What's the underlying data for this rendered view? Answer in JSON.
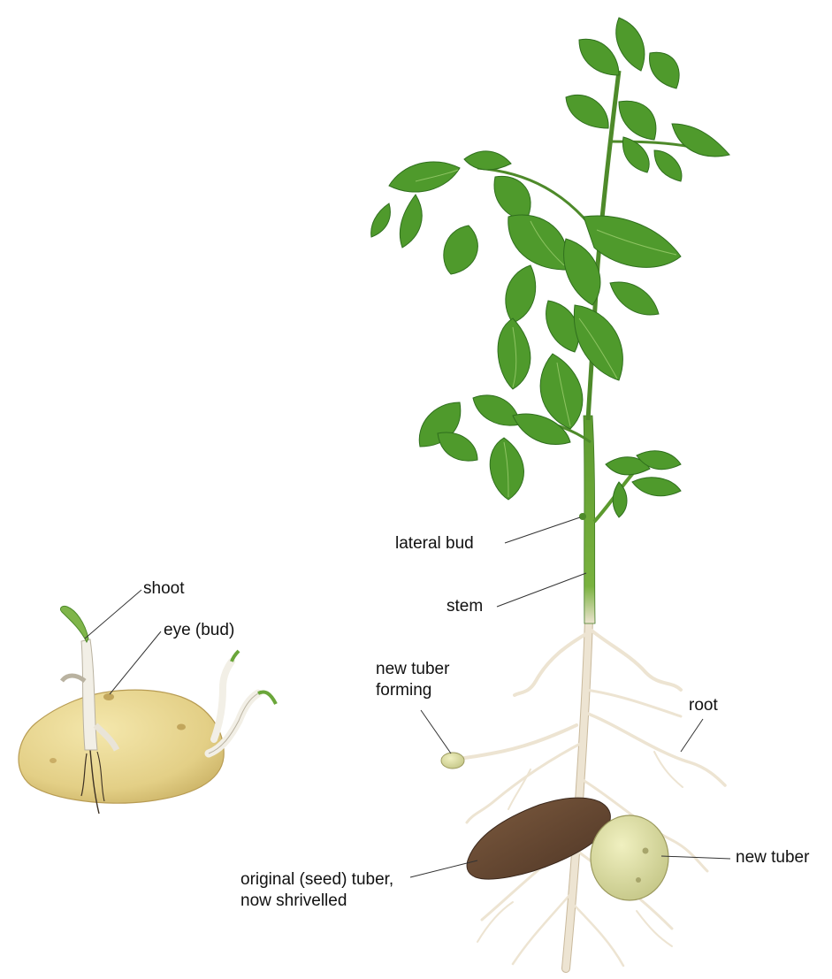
{
  "labels": {
    "shoot": "shoot",
    "eye_bud": "eye (bud)",
    "lateral_bud": "lateral bud",
    "stem": "stem",
    "new_tuber_forming_1": "new tuber",
    "new_tuber_forming_2": "forming",
    "root": "root",
    "new_tuber": "new tuber",
    "original_tuber_1": "original (seed) tuber,",
    "original_tuber_2": "now shrivelled"
  },
  "colors": {
    "leaf": "#4f9a2c",
    "leaf_light": "#7cc24a",
    "leaf_dark": "#2f6f1d",
    "stem": "#6aa63a",
    "root": "#ede4d2",
    "root_edge": "#c9b99c",
    "sprouting_potato": "#e3cf86",
    "sprout": "#f2efe6",
    "old_tuber": "#6b4b33",
    "new_tuber": "#dcdca0",
    "leader_line": "#333333"
  }
}
